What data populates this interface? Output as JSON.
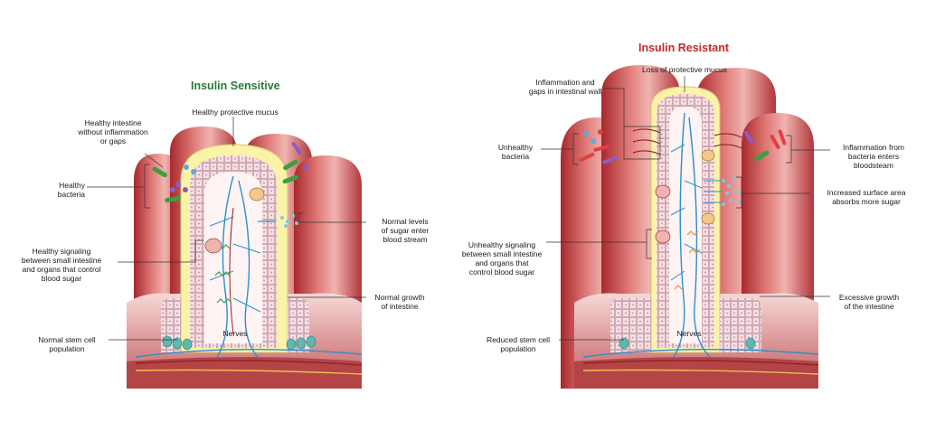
{
  "left": {
    "title": "Insulin Sensitive",
    "title_color": "#2a7a3a",
    "labels": {
      "healthy_mucus": "Healthy protective mucus",
      "healthy_intestine": "Healthy intestine\nwithout inflammation\nor gaps",
      "healthy_bacteria": "Healthy\nbacteria",
      "normal_sugar": "Normal levels\nof sugar enter\nblood stream",
      "healthy_signaling": "Healthy signaling\nbetween small intestine\nand organs that control\nblood sugar",
      "normal_growth": "Normal growth\nof intestine",
      "normal_stem": "Normal stem cell\npopulation",
      "nerves": "Nerves"
    }
  },
  "right": {
    "title": "Insulin Resistant",
    "title_color": "#c8282c",
    "labels": {
      "loss_mucus": "Loss of protective mucus",
      "inflammation_gaps": "Inflammation and\ngaps in intestinal wall",
      "unhealthy_bacteria": "Unhealthy\nbacteria",
      "inflammation_bacteria": "Inflammation from\nbacteria enters\nbloodsteam",
      "increased_surface": "Increased surface area\nabsorbs more sugar",
      "unhealthy_signaling": "Unhealthy signaling\nbetween small intestine\nand organs that\ncontrol blood sugar",
      "excessive_growth": "Excessive growth\nof the intestine",
      "reduced_stem": "Reduced stem cell\npopulation",
      "nerves": "Nerves"
    }
  },
  "colors": {
    "tissue": "#c8464a",
    "tissue_dark": "#8e2226",
    "tissue_light": "#e89a98",
    "mucus": "#fbf3a8",
    "cells": "#f2d8e0",
    "nerve": "#2a8fd0",
    "base": "#f4d4d4"
  }
}
